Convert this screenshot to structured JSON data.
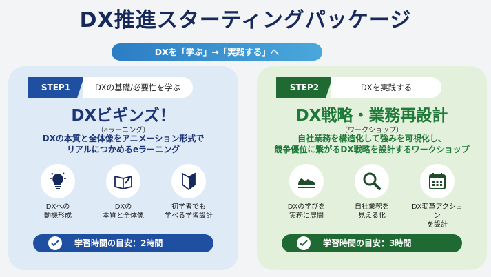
{
  "title": "DX推進スターティングパッケージ",
  "subtitle": "DXを「学ぶ」→「実践する」へ",
  "left": {
    "step": "STEP1",
    "step_label": "DXの基礎/必要性を学ぶ",
    "heading": "DXビギンズ！",
    "heading_sub": "（eラーニング）",
    "desc_line1": "DXの本質と全体像をアニメーション形式で",
    "desc_line2": "リアルにつかめるeラーニング",
    "icons": [
      {
        "icon": "lightbulb-icon",
        "line1": "DXへの",
        "line2": "動機形成"
      },
      {
        "icon": "book-icon",
        "line1": "DXの",
        "line2": "本質と全体像"
      },
      {
        "icon": "beginner-mark-icon",
        "line1": "初学者でも",
        "line2": "学べる学習設計"
      }
    ],
    "time": "学習時間の目安：2時間",
    "accent": "#1f4fa0"
  },
  "right": {
    "step": "STEP2",
    "step_label": "DXを実践する",
    "heading": "DX戦略・業務再設計",
    "heading_sub": "（ワークショップ）",
    "desc_line1": "自社業務を構造化して強みを可視化し、",
    "desc_line2": "競争優位に繋がるDX戦略を設計するワークショップ",
    "icons": [
      {
        "icon": "running-shoe-icon",
        "line1": "DXの学びを",
        "line2": "実務に展開"
      },
      {
        "icon": "magnifier-icon",
        "line1": "自社業務を",
        "line2": "見える化"
      },
      {
        "icon": "calendar-icon",
        "line1": "DX変革アクション",
        "line2": "を設計"
      }
    ],
    "time": "学習時間の目安：3時間",
    "accent": "#1f6a32"
  }
}
